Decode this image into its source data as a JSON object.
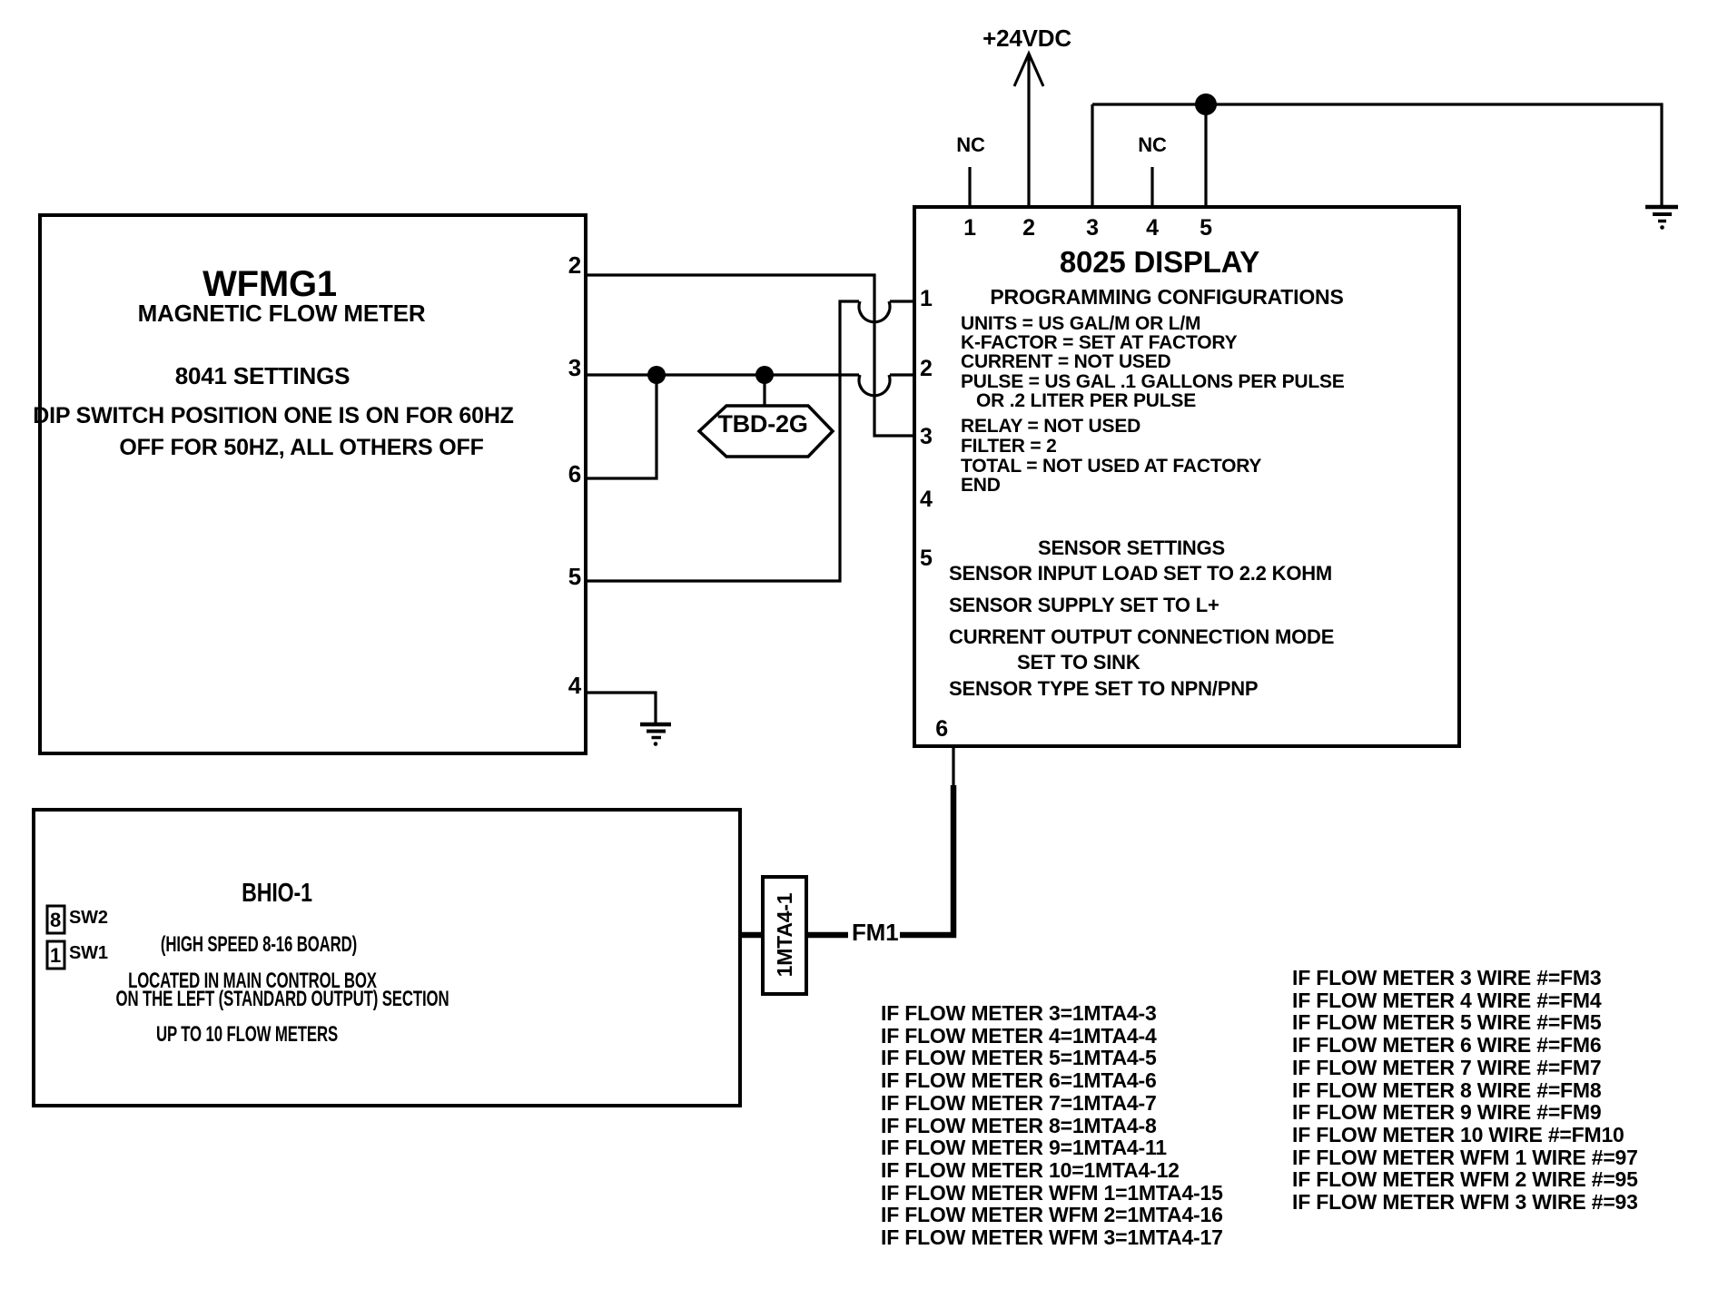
{
  "wfmg1": {
    "title": "WFMG1",
    "subtitle": "MAGNETIC FLOW METER",
    "settings_heading": "8041 SETTINGS",
    "note_line1": "DIP SWITCH POSITION ONE IS ON FOR 60HZ",
    "note_line2": "OFF FOR 50HZ, ALL OTHERS OFF",
    "pin_labels": {
      "p2": "2",
      "p3": "3",
      "p6": "6",
      "p5": "5",
      "p4": "4"
    }
  },
  "display8025": {
    "title": "8025 DISPLAY",
    "subtitle": "PROGRAMMING CONFIGURATIONS",
    "top_pin_labels": [
      "1",
      "2",
      "3",
      "4",
      "5"
    ],
    "left_pin_labels": [
      "1",
      "2",
      "3",
      "4",
      "5"
    ],
    "bottom_pin_label": "6",
    "nc_left": "NC",
    "nc_right": "NC",
    "power_label": "+24VDC",
    "config_lines": [
      "UNITS = US GAL/M OR L/M",
      "K-FACTOR = SET AT FACTORY",
      "CURRENT = NOT USED",
      "PULSE = US GAL .1 GALLONS PER PULSE",
      "OR .2 LITER PER PULSE",
      "RELAY = NOT USED",
      "FILTER = 2",
      "TOTAL = NOT USED AT FACTORY",
      "END"
    ],
    "sensor_heading": "SENSOR SETTINGS",
    "sensor_lines": [
      "SENSOR INPUT LOAD SET TO 2.2 KOHM",
      "SENSOR SUPPLY SET TO L+",
      "CURRENT OUTPUT CONNECTION MODE",
      "SET TO SINK",
      "SENSOR TYPE SET TO NPN/PNP"
    ]
  },
  "bhio1": {
    "title": "BHIO-1",
    "sw2_value": "8",
    "sw2_label": "SW2",
    "sw1_value": "1",
    "sw1_label": "SW1",
    "line1": "(HIGH SPEED 8-16 BOARD)",
    "line2": "LOCATED IN MAIN CONTROL BOX",
    "line3": "ON THE LEFT (STANDARD OUTPUT) SECTION",
    "line4": "UP TO 10 FLOW METERS"
  },
  "connector": {
    "label": "1MTA4-1",
    "wire_label": "FM1"
  },
  "tbd2g": {
    "label": "TBD-2G"
  },
  "notes_left": [
    "IF FLOW METER 3=1MTA4-3",
    "IF FLOW METER 4=1MTA4-4",
    "IF FLOW METER 5=1MTA4-5",
    "IF FLOW METER 6=1MTA4-6",
    "IF FLOW METER 7=1MTA4-7",
    "IF FLOW METER 8=1MTA4-8",
    "IF FLOW METER 9=1MTA4-11",
    "IF FLOW METER 10=1MTA4-12",
    "IF FLOW METER WFM 1=1MTA4-15",
    "IF FLOW METER WFM 2=1MTA4-16",
    "IF FLOW METER WFM 3=1MTA4-17"
  ],
  "notes_right": [
    "IF FLOW METER 3 WIRE #=FM3",
    "IF FLOW METER 4 WIRE #=FM4",
    "IF FLOW METER 5 WIRE #=FM5",
    "IF FLOW METER 6 WIRE #=FM6",
    "IF FLOW METER 7 WIRE #=FM7",
    "IF FLOW METER 8 WIRE #=FM8",
    "IF FLOW METER 9 WIRE #=FM9",
    "IF FLOW METER 10 WIRE #=FM10",
    "IF FLOW METER WFM 1 WIRE #=97",
    "IF FLOW METER WFM 2 WIRE #=95",
    "IF FLOW METER WFM 3 WIRE #=93"
  ],
  "colors": {
    "line": "#000000",
    "background": "#ffffff"
  }
}
